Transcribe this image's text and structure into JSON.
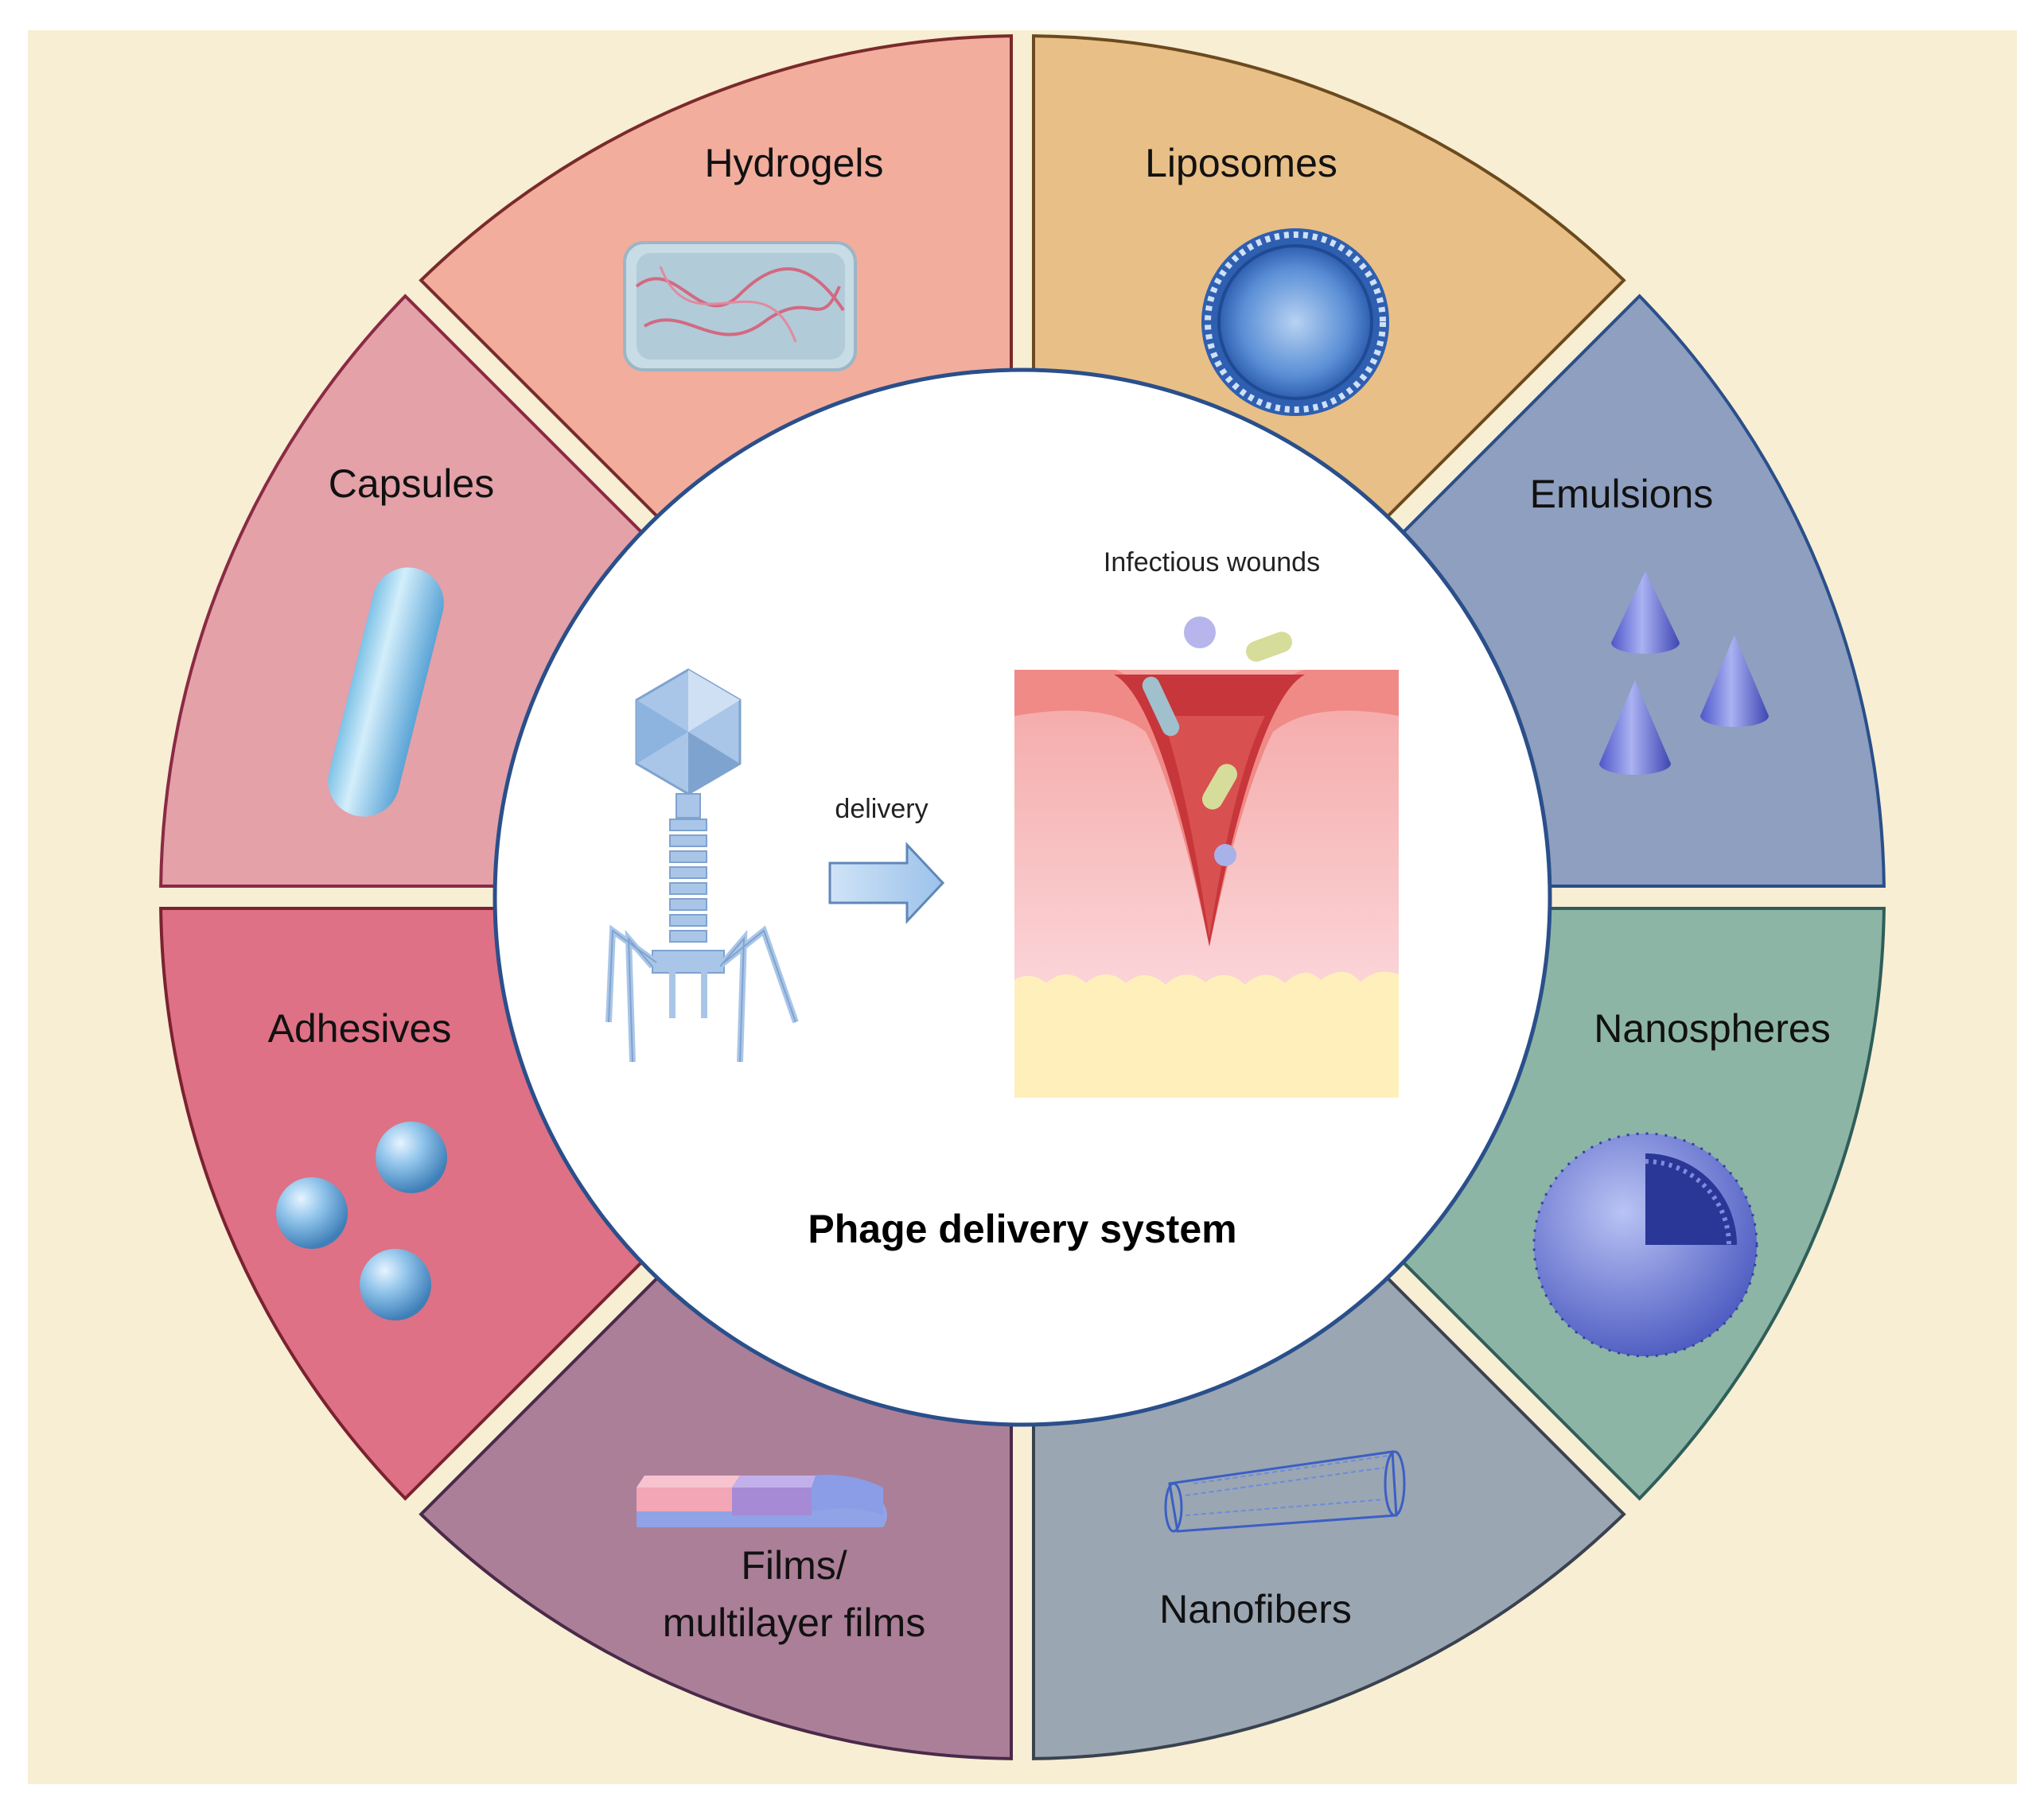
{
  "center": {
    "title": "Phage delivery system",
    "arrow_label": "delivery",
    "wound_label": "Infectious wounds"
  },
  "segments": [
    {
      "id": "hydrogels",
      "label_lines": [
        "Hydrogels"
      ],
      "fill": "#f2ad9d",
      "stroke": "#7a2a2a",
      "icon": "hydrogel-block-icon"
    },
    {
      "id": "liposomes",
      "label_lines": [
        "Liposomes"
      ],
      "fill": "#e8bf86",
      "stroke": "#6b4a1e",
      "icon": "liposome-icon"
    },
    {
      "id": "emulsions",
      "label_lines": [
        "Emulsions"
      ],
      "fill": "#8e9fbf",
      "stroke": "#2a4f8a",
      "icon": "cone-droplets-icon"
    },
    {
      "id": "nanospheres",
      "label_lines": [
        "Nanospheres"
      ],
      "fill": "#8db5a5",
      "stroke": "#2f5e5a",
      "icon": "nanosphere-icon"
    },
    {
      "id": "nanofibers",
      "label_lines": [
        "Nanofibers"
      ],
      "fill": "#9aa6b2",
      "stroke": "#3a4250",
      "icon": "nanotube-icon"
    },
    {
      "id": "films",
      "label_lines": [
        "Films/",
        "multilayer films"
      ],
      "fill": "#ab7f97",
      "stroke": "#4a2a4a",
      "icon": "multilayer-film-icon"
    },
    {
      "id": "adhesives",
      "label_lines": [
        "Adhesives"
      ],
      "fill": "#de7185",
      "stroke": "#7a2230",
      "icon": "spheres-icon"
    },
    {
      "id": "capsules",
      "label_lines": [
        "Capsules"
      ],
      "fill": "#e4a1a8",
      "stroke": "#8a2a45",
      "icon": "capsule-icon"
    }
  ],
  "colors": {
    "background": "#f7eed3",
    "center_fill": "#ffffff",
    "center_stroke": "#2a4f8a",
    "phage": "#a9c6e8",
    "phage_dark": "#7fa3cf"
  }
}
